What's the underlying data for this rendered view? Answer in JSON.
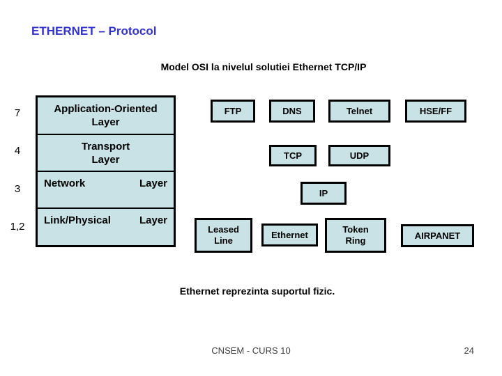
{
  "slide": {
    "title": "ETHERNET – Protocol",
    "subtitle": "Model OSI la nivelul solutiei Ethernet TCP/IP",
    "note": "Ethernet reprezinta suportul fizic.",
    "footer": "CNSEM - CURS 10",
    "page_number": "24"
  },
  "colors": {
    "title_blue": "#3333cc",
    "box_fill": "#c8e2e5",
    "box_border": "#000000"
  },
  "osi_layers": [
    {
      "number": "7",
      "label": "Application-Oriented\nLayer"
    },
    {
      "number": "4",
      "label": "Transport\nLayer"
    },
    {
      "number": "3",
      "name": "Network",
      "suffix": "Layer"
    },
    {
      "number": "1,2",
      "name": "Link/Physical",
      "suffix": "Layer"
    }
  ],
  "protocols": {
    "application": [
      "FTP",
      "DNS",
      "Telnet",
      "HSE/FF"
    ],
    "transport": [
      "TCP",
      "UDP"
    ],
    "network": [
      "IP"
    ],
    "link": [
      "Leased\nLine",
      "Ethernet",
      "Token\nRing",
      "AIRPANET"
    ]
  }
}
